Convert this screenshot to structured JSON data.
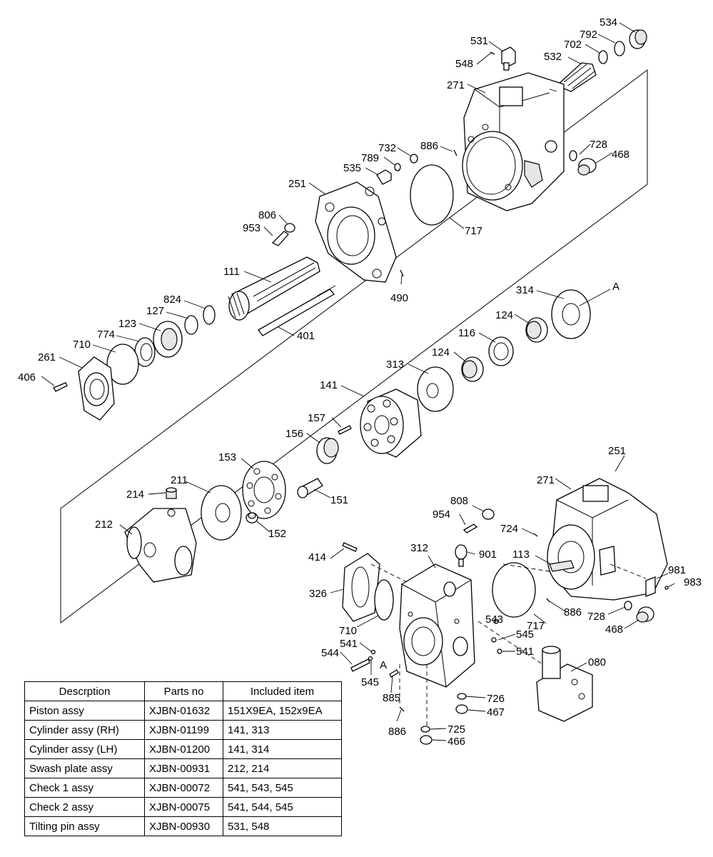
{
  "callouts": {
    "c534": "534",
    "c792": "792",
    "c702": "702",
    "c531": "531",
    "c532": "532",
    "c548": "548",
    "c271": "271",
    "c728": "728",
    "c468": "468",
    "c886": "886",
    "c732": "732",
    "c789": "789",
    "c535": "535",
    "c251": "251",
    "c717": "717",
    "c806": "806",
    "c953": "953",
    "c111": "111",
    "c490": "490",
    "c401": "401",
    "c824": "824",
    "c127": "127",
    "c123": "123",
    "c774": "774",
    "c710": "710",
    "c261": "261",
    "c406": "406",
    "c314": "314",
    "cA1": "A",
    "c124a": "124",
    "c116": "116",
    "c124b": "124",
    "c313": "313",
    "c141": "141",
    "c157": "157",
    "c156": "156",
    "c153": "153",
    "c151": "151",
    "c211": "211",
    "c214": "214",
    "c212": "212",
    "c152": "152",
    "c251b": "251",
    "c271b": "271",
    "c808": "808",
    "c954": "954",
    "c724": "724",
    "c312": "312",
    "c901": "901",
    "c113": "113",
    "c414": "414",
    "c326": "326",
    "c981": "981",
    "c983": "983",
    "c886b": "886",
    "c717b": "717",
    "c728b": "728",
    "c468b": "468",
    "c543": "543",
    "c545a": "545",
    "c541a": "541",
    "c710b": "710",
    "c541b": "541",
    "c544": "544",
    "cA2": "A",
    "c545b": "545",
    "c080": "080",
    "c885": "885",
    "c726": "726",
    "c467": "467",
    "c886c": "886",
    "c725": "725",
    "c466": "466"
  },
  "table": {
    "headers": [
      "Descrption",
      "Parts no",
      "Included item"
    ],
    "rows": [
      [
        "Piston assy",
        "XJBN-01632",
        "151X9EA, 152x9EA"
      ],
      [
        "Cylinder assy (RH)",
        "XJBN-01199",
        "141, 313"
      ],
      [
        "Cylinder assy (LH)",
        "XJBN-01200",
        "141, 314"
      ],
      [
        "Swash plate assy",
        "XJBN-00931",
        "212, 214"
      ],
      [
        "Check 1 assy",
        "XJBN-00072",
        "541, 543, 545"
      ],
      [
        "Check 2 assy",
        "XJBN-00075",
        "541, 544, 545"
      ],
      [
        "Tilting pin assy",
        "XJBN-00930",
        "531, 548"
      ]
    ]
  }
}
